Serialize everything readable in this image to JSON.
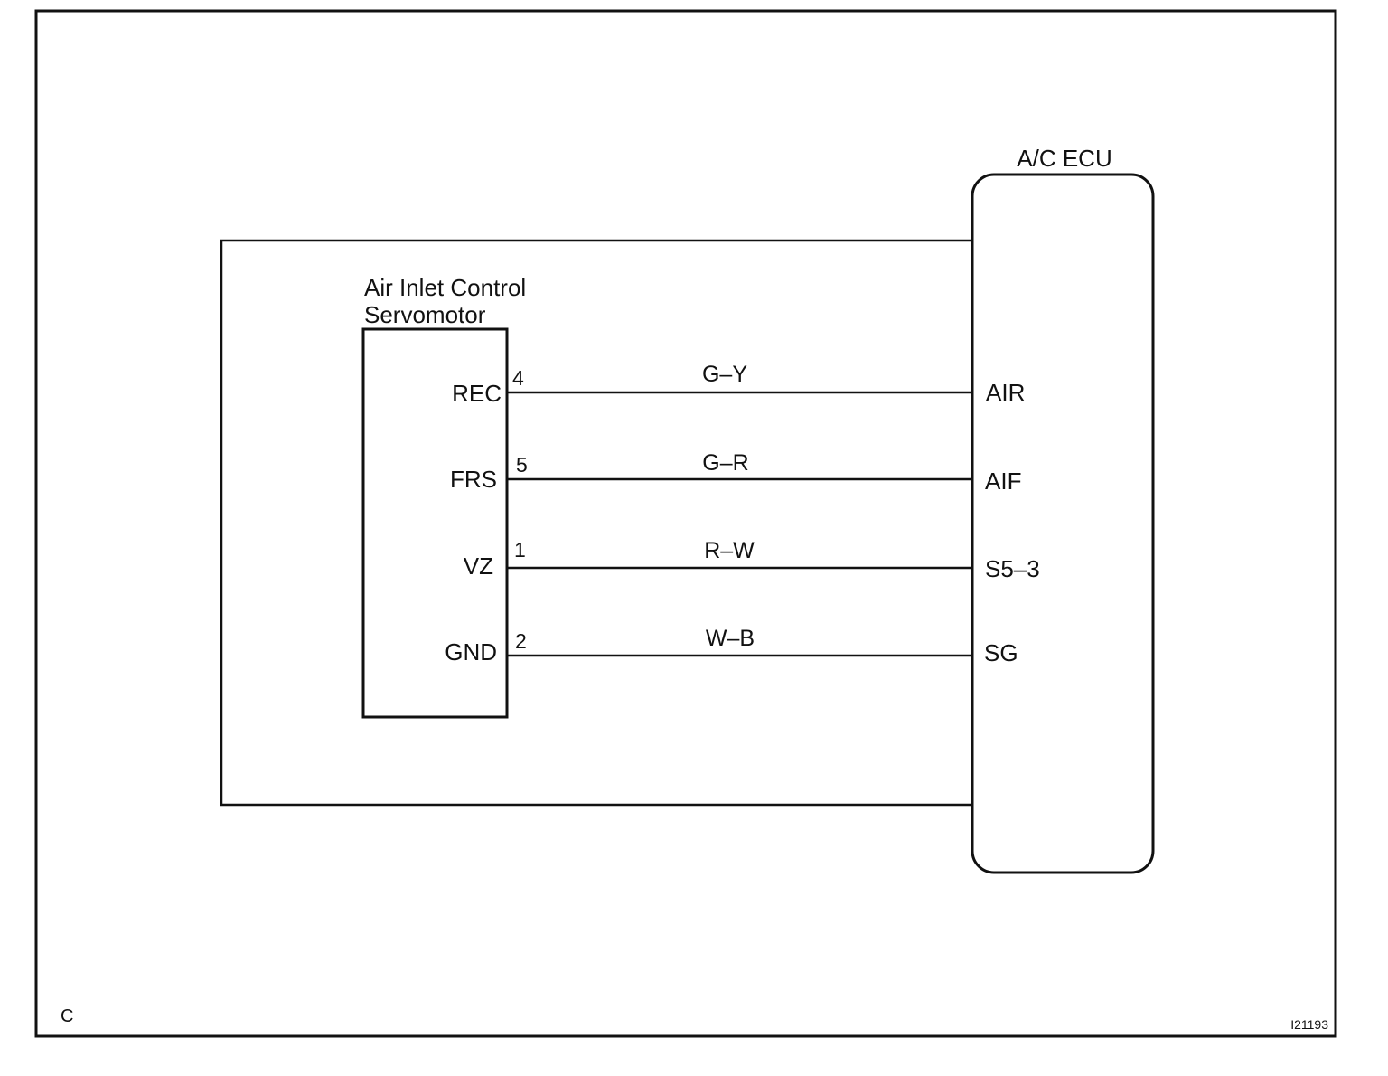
{
  "ecu": {
    "title": "A/C ECU",
    "terminals": [
      "AIR",
      "AIF",
      "S5–3",
      "SG"
    ]
  },
  "servomotor": {
    "title_line1": "Air Inlet Control",
    "title_line2": "Servomotor",
    "terminals": [
      "REC",
      "FRS",
      "VZ",
      "GND"
    ]
  },
  "wires": [
    {
      "pin": "4",
      "color_code": "G–Y"
    },
    {
      "pin": "5",
      "color_code": "G–R"
    },
    {
      "pin": "1",
      "color_code": "R–W"
    },
    {
      "pin": "2",
      "color_code": "W–B"
    }
  ],
  "corner_label": "C",
  "figure_id": "I21193"
}
